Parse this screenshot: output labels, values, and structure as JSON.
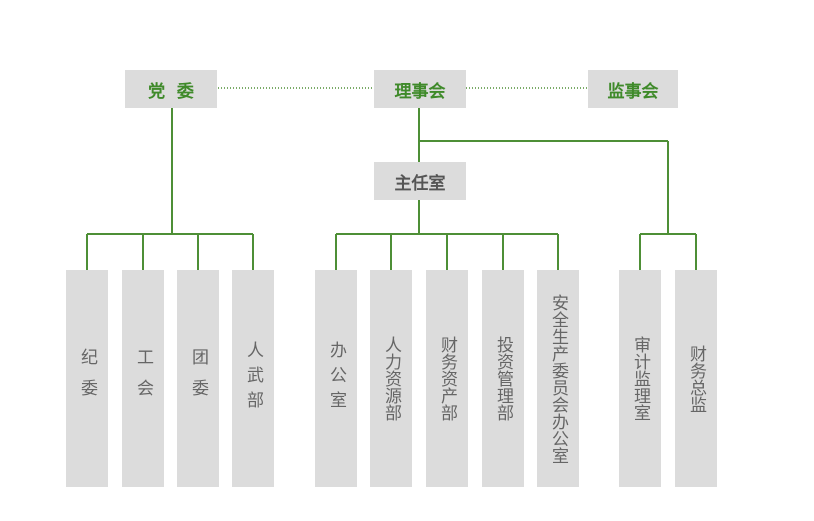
{
  "colors": {
    "line": "#4e8f36",
    "box": "#dcdcdc",
    "top_text": "#3f8a2a",
    "body_text": "#666666"
  },
  "top": {
    "party": "党  委",
    "board": "理事会",
    "supervisory": "监事会"
  },
  "middle": {
    "director_office": "主任室"
  },
  "departments": [
    {
      "id": "d1",
      "label": "纪委"
    },
    {
      "id": "d2",
      "label": "工会"
    },
    {
      "id": "d3",
      "label": "团委"
    },
    {
      "id": "d4",
      "label": "人武部"
    },
    {
      "id": "d5",
      "label": "办公室"
    },
    {
      "id": "d6",
      "label": "人力资源部"
    },
    {
      "id": "d7",
      "label": "财务资产部"
    },
    {
      "id": "d8",
      "label": "投资管理部"
    },
    {
      "id": "d9",
      "label": "安全生产委员会办公室"
    },
    {
      "id": "d10",
      "label": "审计监理室"
    },
    {
      "id": "d11",
      "label": "财务总监"
    }
  ]
}
